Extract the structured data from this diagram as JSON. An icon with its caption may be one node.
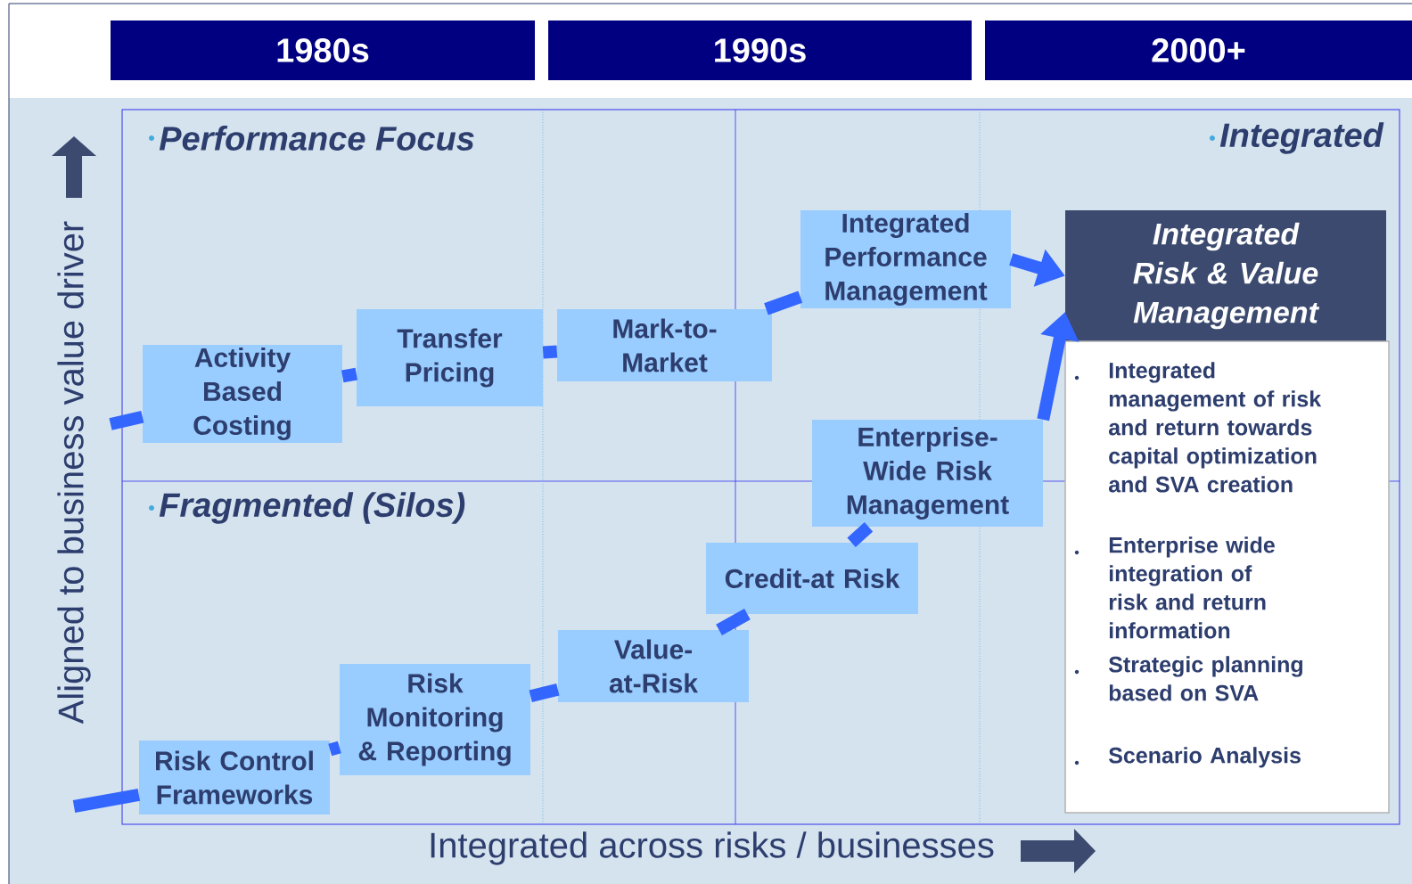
{
  "diagram": {
    "nodes": [
      {
        "text": [
          "1980s"
        ]
      },
      {
        "text": [
          "1990s"
        ]
      },
      {
        "text": [
          "2000+"
        ]
      },
      {
        "text": [
          "Activity Based Costing"
        ]
      },
      {
        "text": [
          "Transfer Pricing"
        ]
      },
      {
        "text": [
          "Mark-to-Market"
        ]
      },
      {
        "text": [
          "Integrated Performance Management"
        ]
      },
      {
        "text": [
          "Integrated Risk & Value Management"
        ]
      },
      {
        "text": [
          "Integrated management of risk and return towards capital optimization and SVA creation",
          "Enterprise wide integration of risk and return information",
          "Strategic planning based on SVA",
          "Scenario Analysis"
        ]
      },
      {
        "text": [
          "Risk Control Frameworks"
        ]
      },
      {
        "text": [
          "Risk Monitoring & Reporting"
        ]
      },
      {
        "text": [
          "Value-at-Risk"
        ]
      },
      {
        "text": [
          "Credit-at Risk"
        ]
      },
      {
        "text": [
          "Enterprise-Wide Risk Management"
        ]
      }
    ],
    "edges": [
      {
        "from": null,
        "to": 3,
        "arrow": "none"
      },
      {
        "from": 3,
        "to": 4,
        "arrow": "none"
      },
      {
        "from": 4,
        "to": 5,
        "arrow": "none"
      },
      {
        "from": 5,
        "to": 6,
        "arrow": "none"
      },
      {
        "from": 6,
        "to": 7,
        "arrow": "to"
      },
      {
        "from": null,
        "to": 9,
        "arrow": "none"
      },
      {
        "from": 9,
        "to": 10,
        "arrow": "none"
      },
      {
        "from": 10,
        "to": 11,
        "arrow": "none"
      },
      {
        "from": 11,
        "to": 12,
        "arrow": "none"
      },
      {
        "from": 12,
        "to": 13,
        "arrow": "none"
      },
      {
        "from": 13,
        "to": 7,
        "arrow": "to"
      }
    ],
    "labels": [
      "Performance Focus",
      "Integrated",
      "Fragmented (Silos)",
      "Aligned to business value driver",
      "Integrated across risks / businesses"
    ]
  }
}
